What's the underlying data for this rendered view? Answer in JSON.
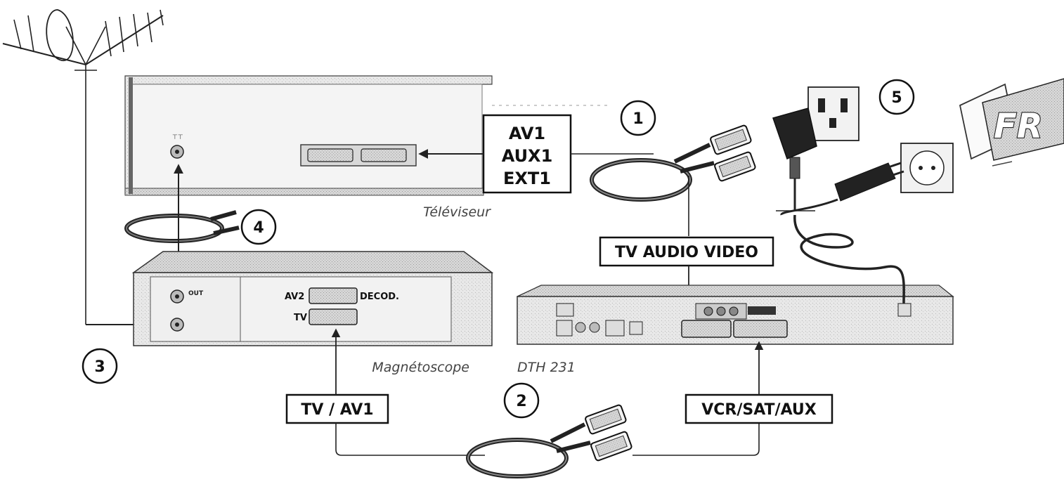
{
  "diagram": {
    "connection_labels": {
      "tv_inputs": [
        "AV1",
        "AUX1",
        "EXT1"
      ],
      "receiver_tv_output": "TV AUDIO VIDEO",
      "vcr_input": "TV / AV1",
      "receiver_vcr_output": "VCR/SAT/AUX"
    },
    "device_captions": {
      "television": "Téléviseur",
      "vcr": "Magnétoscope",
      "receiver": "DTH 231"
    },
    "vcr_panel_labels": {
      "av2": "AV2",
      "decod": "DECOD.",
      "tv": "TV",
      "out": "OUT"
    },
    "steps": [
      "1",
      "2",
      "3",
      "4",
      "5"
    ],
    "language_badge": "FR"
  }
}
